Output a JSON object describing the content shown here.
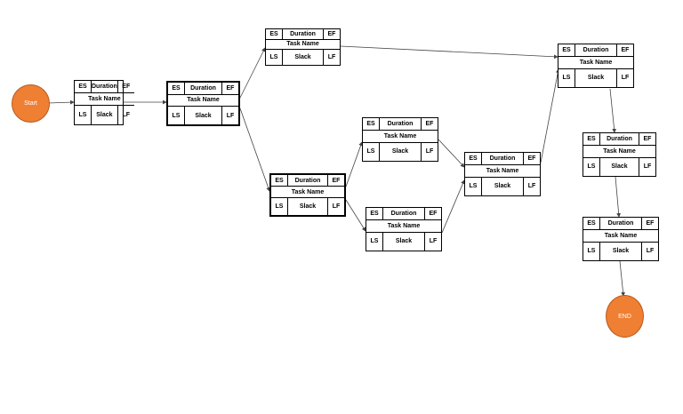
{
  "start_label": "Start",
  "end_label": "END",
  "node_fields": {
    "es": "ES",
    "duration": "Duration",
    "ef": "EF",
    "task": "Task Name",
    "ls": "LS",
    "slack": "Slack",
    "lf": "LF"
  },
  "colors": {
    "circle_fill": "#ef7f33",
    "line": "#444444"
  }
}
